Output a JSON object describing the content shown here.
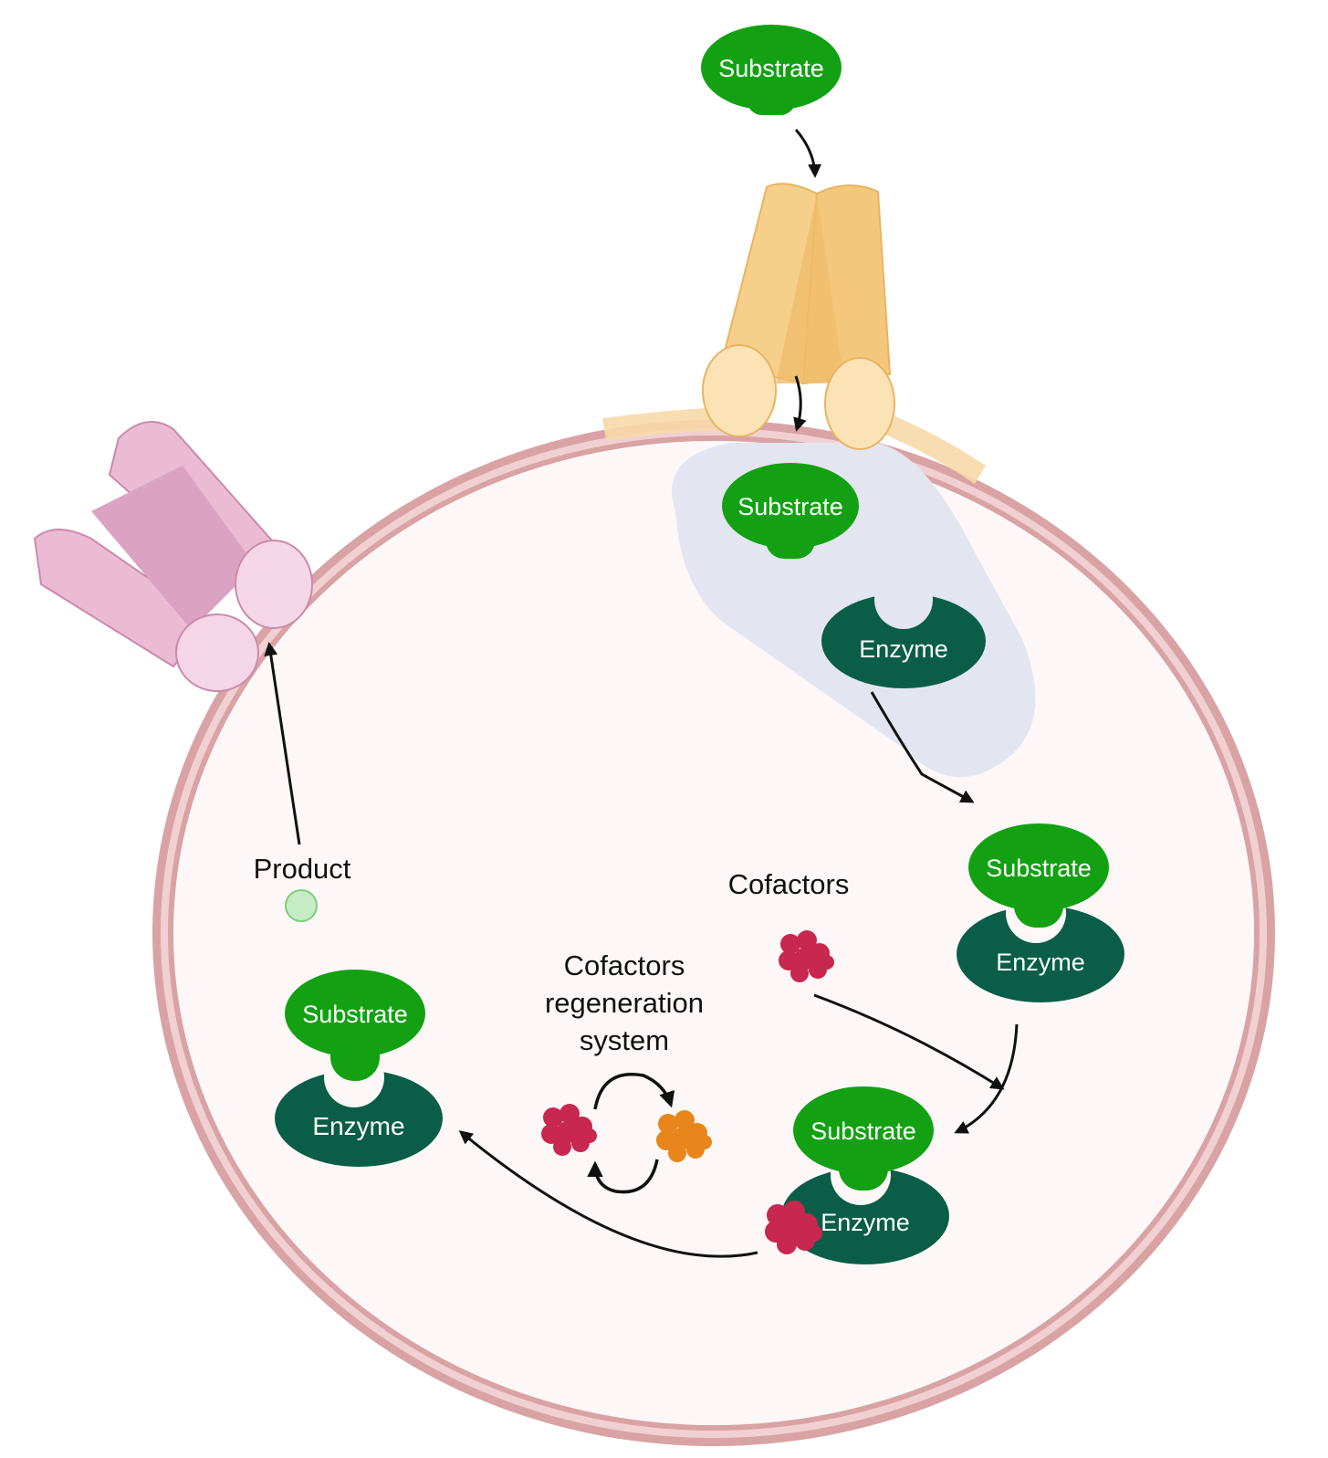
{
  "colors": {
    "substrate": "#13a113",
    "enzyme": "#0a5e47",
    "cell_fill": "#fdf8f7",
    "membrane": "#d9a3a5",
    "membrane_light": "#f1d0d1",
    "transporter_in": "#f6cf8a",
    "transporter_in_dark": "#efbd6b",
    "transporter_out": "#ebbad3",
    "transporter_out_dark": "#dca2c2",
    "cofactor": "#c8274f",
    "cofactor_regenerated": "#e8861c",
    "product": "#c5ecc5",
    "compartment": "#e3e6f0"
  },
  "labels": {
    "substrate": "Substrate",
    "enzyme": "Enzyme",
    "product": "Product",
    "cofactors": "Cofactors",
    "regeneration_line1": "Cofactors",
    "regeneration_line2": "regeneration",
    "regeneration_line3": "system"
  },
  "icons": {
    "import_transporter": "barrel-channel-icon",
    "export_transporter": "barrel-channel-icon",
    "cofactor": "molecule-cluster-icon",
    "cycle": "circular-arrows-icon"
  }
}
